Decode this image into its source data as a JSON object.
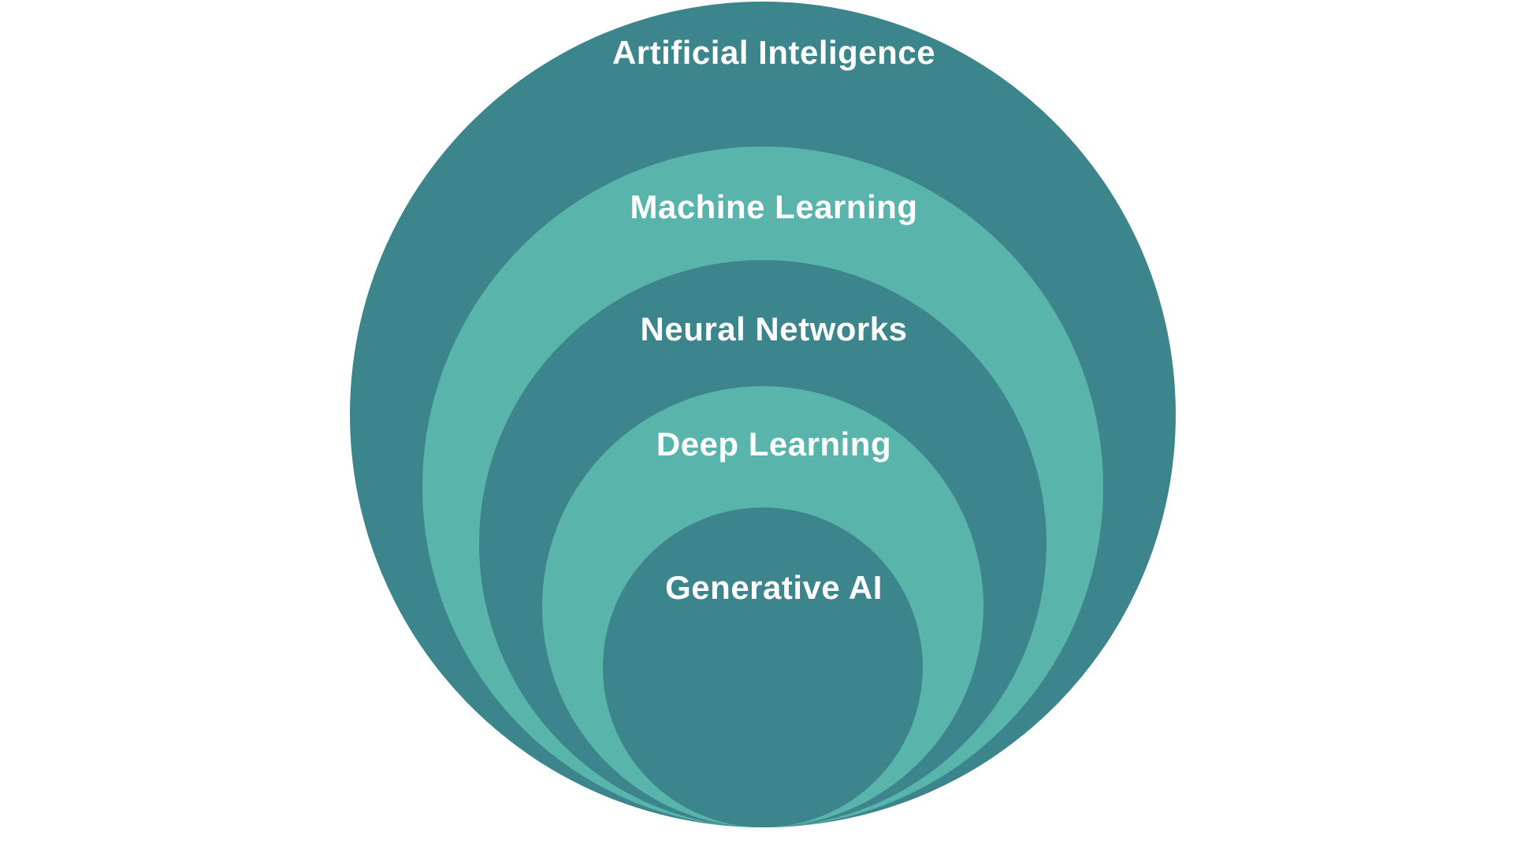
{
  "diagram": {
    "type": "nested-circles",
    "description": "Concentric onion diagram of AI subfields, all circles tangent at the bottom, alternating dark and light teal fills",
    "levels": [
      {
        "label": "Artificial Inteligence",
        "fill": "dark"
      },
      {
        "label": "Machine Learning",
        "fill": "light"
      },
      {
        "label": "Neural Networks",
        "fill": "dark"
      },
      {
        "label": "Deep Learning",
        "fill": "light"
      },
      {
        "label": "Generative AI",
        "fill": "dark"
      }
    ]
  },
  "colors": {
    "dark-teal": "#3d858c",
    "light-teal": "#59b4ab",
    "label-text": "#ffffff",
    "background": "#ffffff"
  }
}
